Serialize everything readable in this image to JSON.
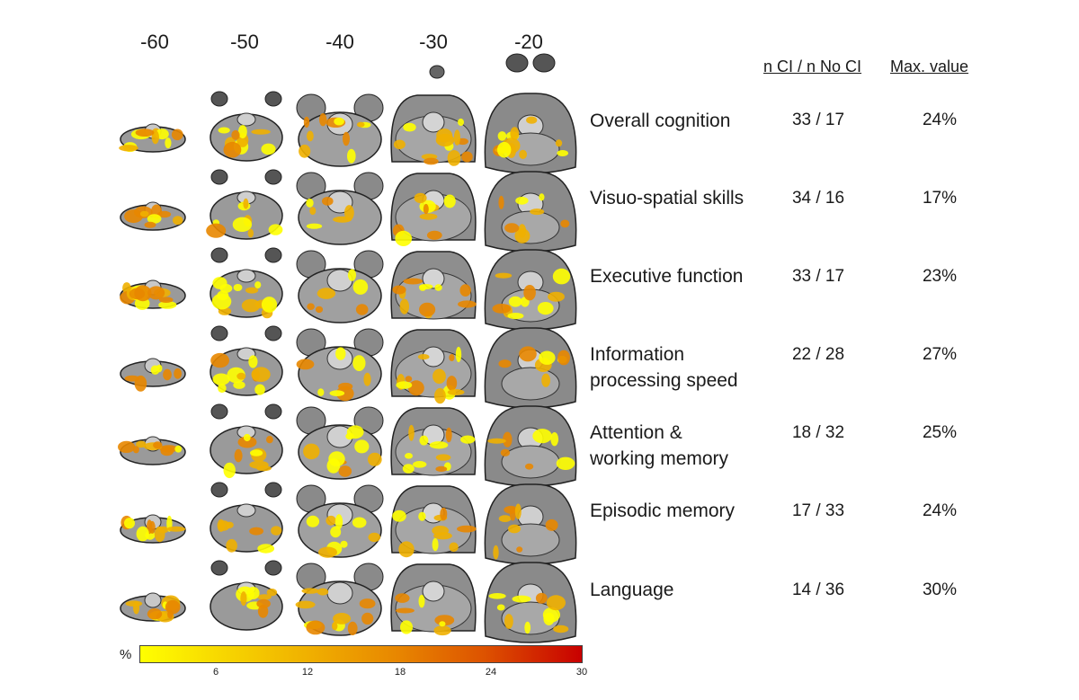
{
  "slice_labels": [
    "-60",
    "-50",
    "-40",
    "-30",
    "-20"
  ],
  "headers": {
    "counts": "n CI / n No CI",
    "max": "Max. value"
  },
  "rows": [
    {
      "domain_lines": [
        "Overall cognition"
      ],
      "counts": "33 / 17",
      "max": "24%"
    },
    {
      "domain_lines": [
        "Visuo-spatial skills"
      ],
      "counts": "34 / 16",
      "max": "17%"
    },
    {
      "domain_lines": [
        "Executive function"
      ],
      "counts": "33 / 17",
      "max": "23%"
    },
    {
      "domain_lines": [
        "Information",
        "processing speed"
      ],
      "counts": "22 / 28",
      "max": "27%"
    },
    {
      "domain_lines": [
        "Attention &",
        "working memory"
      ],
      "counts": "18 / 32",
      "max": "25%"
    },
    {
      "domain_lines": [
        "Episodic memory"
      ],
      "counts": "17 / 33",
      "max": "24%"
    },
    {
      "domain_lines": [
        "Language"
      ],
      "counts": "14 / 36",
      "max": "30%"
    }
  ],
  "colorbar": {
    "unit": "%",
    "ticks": [
      "6",
      "12",
      "18",
      "24",
      "30"
    ],
    "min_value": 0,
    "max_value": 30,
    "colors": [
      "#ffff00",
      "#f0b000",
      "#e88700",
      "#c80000"
    ]
  }
}
